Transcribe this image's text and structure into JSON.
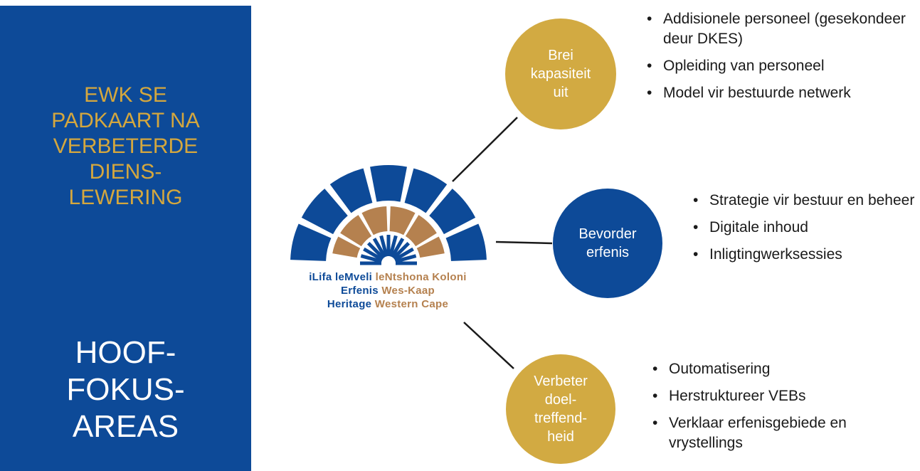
{
  "sidebar": {
    "title_lines": [
      "EWK SE",
      "PADKAART NA",
      "VERBETERDE",
      "DIENS-",
      "LEWERING"
    ],
    "subtitle_lines": [
      "HOOF-",
      "FOKUS-",
      "AREAS"
    ]
  },
  "logo": {
    "line1": {
      "part_a": "iLifa leMveli ",
      "part_b": "leNtshona Koloni"
    },
    "line2": {
      "part_a": "Erfenis ",
      "part_b": "Wes-Kaap"
    },
    "line3": {
      "part_a": "Heritage ",
      "part_b": "Western Cape"
    }
  },
  "nodes": [
    {
      "label_lines": [
        "Brei",
        "kapasiteit",
        "uit"
      ],
      "color": "#d2aa42",
      "bullets": [
        "Addisionele personeel (gesekondeer deur DKES)",
        "Opleiding van personeel",
        "Model vir bestuurde netwerk"
      ]
    },
    {
      "label_lines": [
        "Bevorder",
        "erfenis"
      ],
      "color": "#0d4a98",
      "bullets": [
        "Strategie vir bestuur en beheer",
        "Digitale inhoud",
        "Inligtingwerksessies"
      ]
    },
    {
      "label_lines": [
        "Verbeter",
        "doel-",
        "treffend-",
        "heid"
      ],
      "color": "#d2aa42",
      "bullets": [
        "Outomatisering",
        "Herstruktureer VEBs",
        "Verklaar erfenisgebiede en vrystellings"
      ]
    }
  ],
  "colors": {
    "primary_blue": "#0d4a98",
    "gold": "#d2aa42",
    "copper": "#b5814f"
  }
}
